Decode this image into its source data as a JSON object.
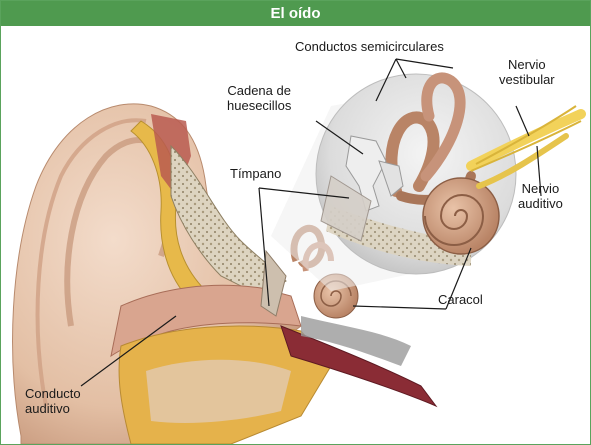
{
  "title": "El oído",
  "labels": {
    "semicircular": "Conductos semicirculares",
    "ossicles": [
      "Cadena de",
      "huesecillos"
    ],
    "vestibular": [
      "Nervio",
      "vestibular"
    ],
    "tympanum": "Tímpano",
    "auditory_nerve": [
      "Nervio",
      "auditivo"
    ],
    "cochlea": "Caracol",
    "canal": [
      "Conducto",
      "auditivo"
    ]
  },
  "colors": {
    "title_bar": "#4f9a4f",
    "skin": "#e8c9b0",
    "bone": "#d9c8a0",
    "nerve": "#f2d25a",
    "muscle": "#b85a50"
  }
}
